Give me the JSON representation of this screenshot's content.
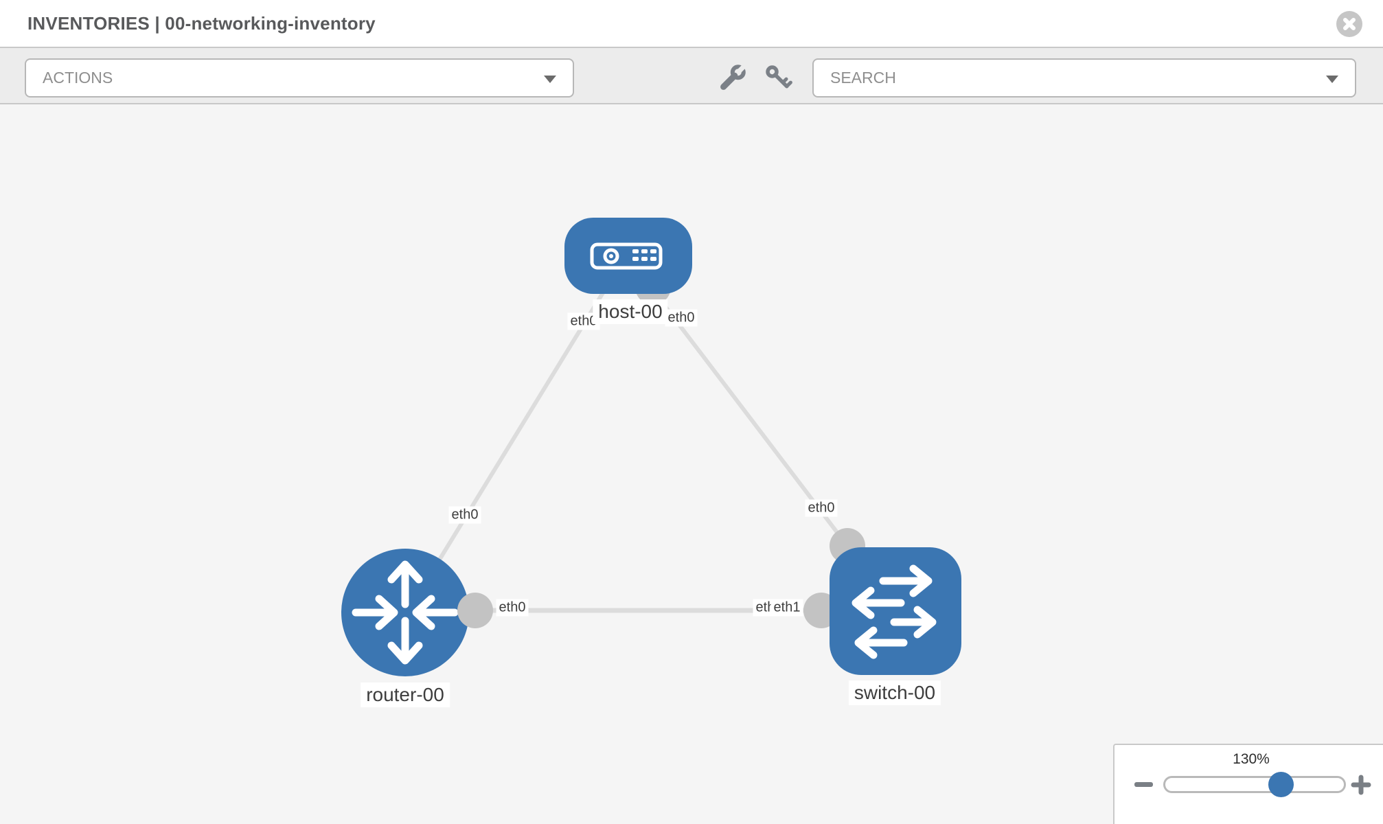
{
  "header": {
    "title": "INVENTORIES | 00-networking-inventory"
  },
  "toolbar": {
    "actions_label": "ACTIONS",
    "search_label": "SEARCH",
    "icons": [
      "wrench-icon",
      "key-icon"
    ]
  },
  "graph": {
    "nodes": [
      {
        "label": "host-00",
        "type": "host"
      },
      {
        "label": "router-00",
        "type": "router"
      },
      {
        "label": "switch-00",
        "type": "switch"
      }
    ],
    "links": [
      {
        "from": "host-00",
        "to": "router-00"
      },
      {
        "from": "host-00",
        "to": "switch-00"
      },
      {
        "from": "router-00",
        "to": "switch-00"
      }
    ],
    "iface_labels": {
      "host_to_router": "eth0",
      "host_to_switch": "eth0",
      "router_to_host": "eth0",
      "switch_to_host": "eth0",
      "router_to_switch": "eth0",
      "switch_to_router_under": "eth0",
      "switch_to_router_over": "eth1"
    }
  },
  "zoom_control": {
    "level": "130%"
  },
  "colors": {
    "node_blue": "#3b76b2",
    "link_gray": "#dcdcdc",
    "connector_gray": "#c3c3c3"
  }
}
